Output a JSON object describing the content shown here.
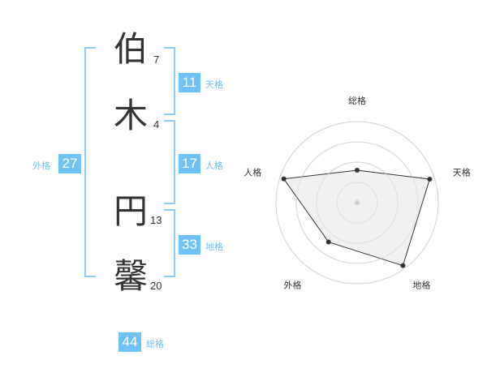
{
  "name": {
    "characters": [
      {
        "char": "伯",
        "strokes": "7"
      },
      {
        "char": "木",
        "strokes": "4"
      },
      {
        "char": "円",
        "strokes": "13"
      },
      {
        "char": "馨",
        "strokes": "20"
      }
    ]
  },
  "scores": {
    "tenkaku": {
      "value": "11",
      "label": "天格"
    },
    "jinkaku": {
      "value": "17",
      "label": "人格"
    },
    "chikaku": {
      "value": "33",
      "label": "地格"
    },
    "gaikaku": {
      "value": "27",
      "label": "外格"
    },
    "soukaku": {
      "value": "44",
      "label": "総格"
    }
  },
  "colors": {
    "accent": "#6ec2f5",
    "bracket": "#8ccbf3",
    "radar_fill": "#eeeeee"
  },
  "chart_data": {
    "type": "radar",
    "axes": [
      "総格",
      "天格",
      "地格",
      "外格",
      "人格"
    ],
    "rings": 4,
    "values": [
      0.4,
      0.94,
      0.96,
      0.6,
      0.95
    ],
    "grid": true
  }
}
